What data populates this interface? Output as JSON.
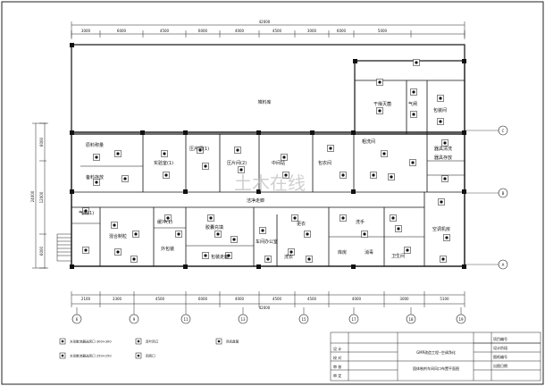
{
  "overall_dimensions": {
    "top": "42000",
    "bottom": "42000",
    "left": "24000"
  },
  "rooms": {
    "warehouse": "堆料库",
    "dry_heat_sterilization": "干燥灭菌",
    "airlock_right": "气闸",
    "packaging_right": "包装间",
    "crude_wash": "粗洗间",
    "instrument_wash": "器具清洗",
    "instrument_store": "器具存放",
    "raw_weighing": "原料称量",
    "material_store": "备料存放",
    "lab1": "实验室(1)",
    "press_room1": "压片间(1)",
    "press_room2": "压片间(2)",
    "intermediate": "中间站",
    "coating": "包衣间",
    "clean_corridor": "洁净走廊",
    "airlock1": "气闸(1)",
    "buffer1": "缓冲(1)",
    "mixing": "混合制粒",
    "capsule_fill": "胶囊充填",
    "workshop_office": "车间办公室",
    "outer_pack": "外包装",
    "packing_corridor": "包装走廊",
    "gowning": "更衣",
    "wash": "洗衣",
    "hand_wash": "洗手",
    "ahu_room": "空调机房",
    "storage": "库房",
    "toilet": "卫生间",
    "disinfect": "消毒"
  },
  "watermark": "土木在线",
  "axes": {
    "bottom": [
      "6",
      "9",
      "11",
      "13",
      "15",
      "17",
      "18",
      "19"
    ],
    "right": [
      "C",
      "B",
      "A"
    ]
  },
  "top_dims": [
    "3000",
    "6000",
    "4500",
    "6000",
    "4000",
    "4500",
    "3000",
    "6000",
    "5000"
  ],
  "bottom_dims": [
    "2100",
    "3300",
    "4500",
    "6000",
    "4000",
    "4500",
    "4500",
    "4000",
    "3000",
    "5100"
  ],
  "left_dims": [
    "6000",
    "12000",
    "6000"
  ],
  "legend": [
    {
      "symbol": "supply-diffuser-icon",
      "text": "方形散流器送风口 300×300"
    },
    {
      "symbol": "supply-diffuser-icon",
      "text": "方形散流器送风口 250×250"
    },
    {
      "symbol": "exhaust-grille-icon",
      "text": "百叶风口"
    },
    {
      "symbol": "return-grille-icon",
      "text": "回风口"
    },
    {
      "symbol": "fan-coil-icon",
      "text": "风机盘管"
    }
  ],
  "title_block": {
    "project": "GMP改造工程--空调净化",
    "drawing": "固体制剂车间风口布置平面图",
    "rows": [
      "设 计",
      "校 对",
      "审 核",
      "审 定"
    ],
    "fields": [
      "项目编号",
      "设计阶段",
      "图纸编号",
      "出图日期"
    ]
  }
}
